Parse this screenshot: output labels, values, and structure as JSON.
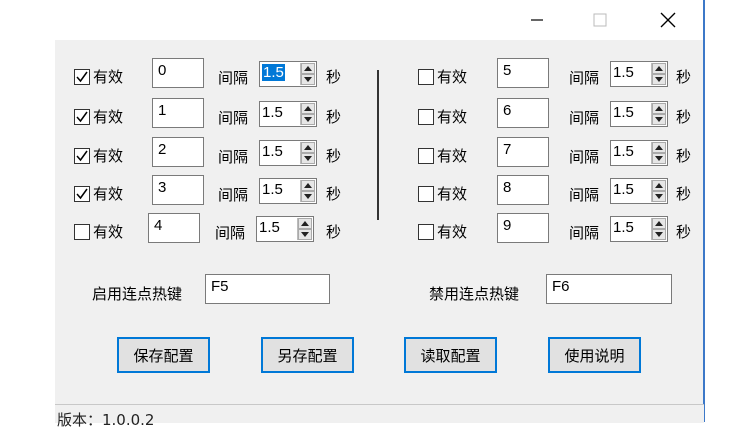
{
  "window": {
    "minimize_icon": "minimize-icon",
    "maximize_icon": "maximize-icon",
    "close_icon": "close-icon"
  },
  "labels": {
    "valid": "有效",
    "interval": "间隔",
    "seconds": "秒"
  },
  "rows_left": [
    {
      "checked": true,
      "value": "0",
      "interval": "1.5",
      "interval_selected": true
    },
    {
      "checked": true,
      "value": "1",
      "interval": "1.5"
    },
    {
      "checked": true,
      "value": "2",
      "interval": "1.5"
    },
    {
      "checked": true,
      "value": "3",
      "interval": "1.5"
    },
    {
      "checked": false,
      "value": "4",
      "interval": "1.5"
    }
  ],
  "rows_right": [
    {
      "checked": false,
      "value": "5",
      "interval": "1.5"
    },
    {
      "checked": false,
      "value": "6",
      "interval": "1.5"
    },
    {
      "checked": false,
      "value": "7",
      "interval": "1.5"
    },
    {
      "checked": false,
      "value": "8",
      "interval": "1.5"
    },
    {
      "checked": false,
      "value": "9",
      "interval": "1.5"
    }
  ],
  "hotkeys": {
    "enable_label": "启用连点热键",
    "enable_value": "F5",
    "disable_label": "禁用连点热键",
    "disable_value": "F6"
  },
  "buttons": {
    "save": "保存配置",
    "save_as": "另存配置",
    "load": "读取配置",
    "help": "使用说明"
  },
  "status": {
    "version": "版本：1.0.0.2"
  }
}
